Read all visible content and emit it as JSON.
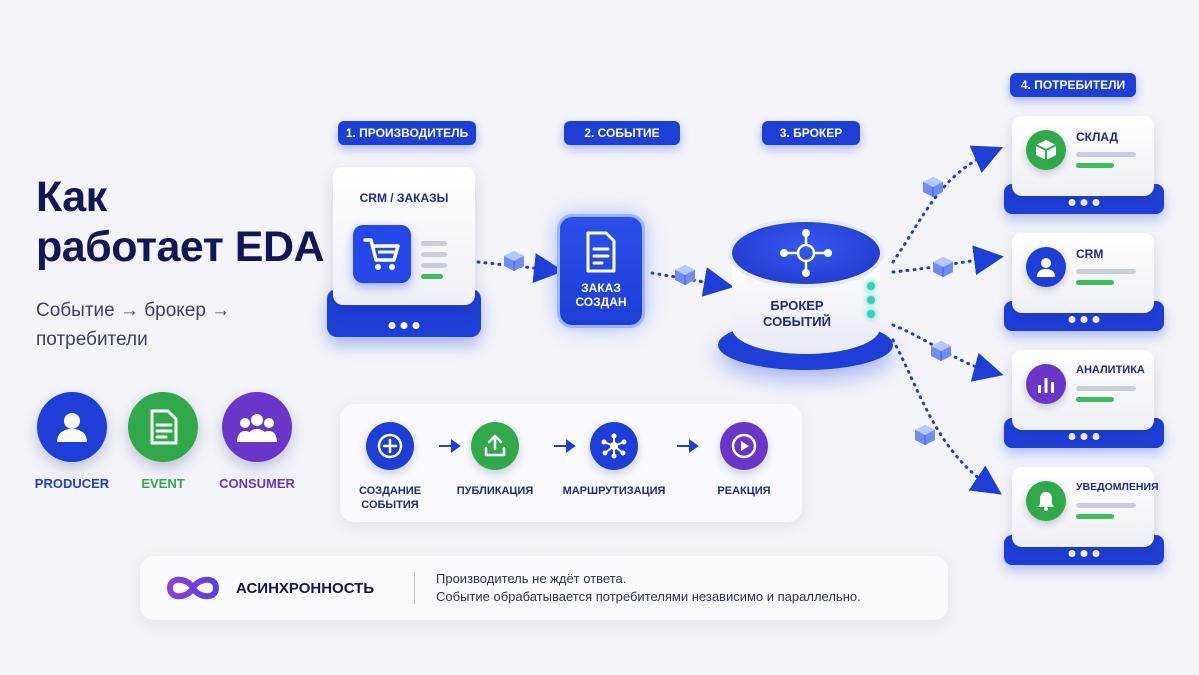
{
  "title_line1": "Как",
  "title_line2": "работает EDA",
  "subtitle": "Событие → брокер → потребители",
  "roles": [
    {
      "label": "PRODUCER",
      "color": "#1d3fd8",
      "icon": "user-icon"
    },
    {
      "label": "EVENT",
      "color": "#2fa94a",
      "icon": "document-icon"
    },
    {
      "label": "CONSUMER",
      "color": "#6a36c9",
      "icon": "group-icon"
    }
  ],
  "steps": [
    "1. ПРОИЗВОДИТЕЛЬ",
    "2. СОБЫТИЕ",
    "3. БРОКЕР",
    "4. ПОТРЕБИТЕЛИ"
  ],
  "producer": {
    "title": "CRM / ЗАКАЗЫ",
    "icon": "cart-icon"
  },
  "event": {
    "line1": "ЗАКАЗ",
    "line2": "СОЗДАН",
    "icon": "document-icon"
  },
  "broker": {
    "line1": "БРОКЕР",
    "line2": "СОБЫТИЙ",
    "icon": "network-hub-icon"
  },
  "consumers": [
    {
      "name": "СКЛАД",
      "color": "#2fa94a",
      "icon": "box-icon"
    },
    {
      "name": "CRM",
      "color": "#1d3fd8",
      "icon": "user-icon"
    },
    {
      "name": "АНАЛИТИКА",
      "color": "#6a36c9",
      "icon": "bar-chart-icon"
    },
    {
      "name": "УВЕДОМЛЕНИЯ",
      "color": "#2fa94a",
      "icon": "bell-icon"
    }
  ],
  "flow": [
    {
      "line1": "СОЗДАНИЕ",
      "line2": "СОБЫТИЯ",
      "color": "#1d3fd8",
      "icon": "plus-icon"
    },
    {
      "line1": "ПУБЛИКАЦИЯ",
      "line2": "",
      "color": "#2fa94a",
      "icon": "upload-icon"
    },
    {
      "line1": "МАРШРУТИЗАЦИЯ",
      "line2": "",
      "color": "#1d3fd8",
      "icon": "network-hub-icon"
    },
    {
      "line1": "РЕАКЦИЯ",
      "line2": "",
      "color": "#6a36c9",
      "icon": "play-icon"
    }
  ],
  "async": {
    "title": "АСИНХРОННОСТЬ",
    "line1": "Производитель не ждёт ответа.",
    "line2": "Событие обрабатывается потребителями независимо и параллельно.",
    "icon": "infinity-icon",
    "color": "#7a3ed6"
  }
}
